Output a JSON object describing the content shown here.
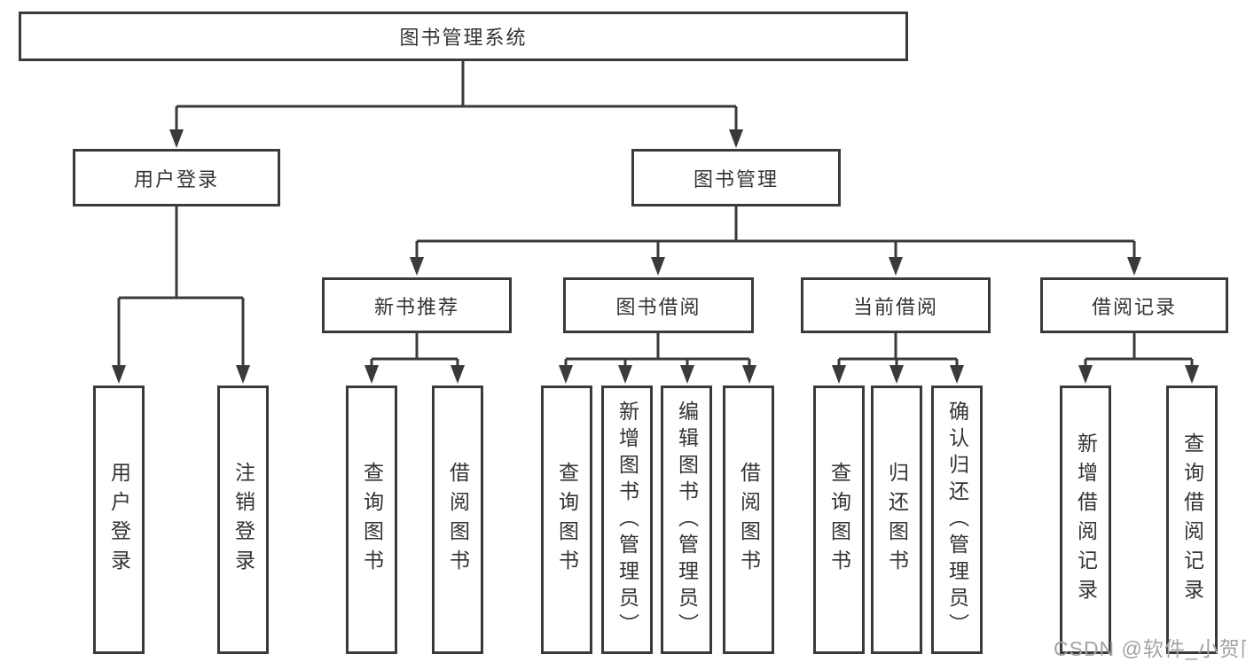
{
  "tree": {
    "root": {
      "label": "图书管理系统"
    },
    "level2": [
      {
        "label": "用户登录"
      },
      {
        "label": "图书管理"
      }
    ],
    "level3": [
      {
        "label": "新书推荐"
      },
      {
        "label": "图书借阅"
      },
      {
        "label": "当前借阅"
      },
      {
        "label": "借阅记录"
      }
    ],
    "leaves": {
      "user_login": [
        "用户登录",
        "注销登录"
      ],
      "new_book": [
        "查询图书",
        "借阅图书"
      ],
      "book_borrow": [
        "查询图书",
        "新增图书（管理员）",
        "编辑图书（管理员）",
        "借阅图书"
      ],
      "current_borrow": [
        "查询图书",
        "归还图书",
        "确认归还（管理员）"
      ],
      "borrow_records": [
        "新增借阅记录",
        "查询借阅记录"
      ]
    }
  },
  "watermark": {
    "text": "CSDN @软件_小贺同学"
  },
  "colors": {
    "line": "#3a3a3a",
    "box_border": "#3a3a3a",
    "text": "#333333",
    "watermark": "#a3a3a3",
    "background": "#ffffff"
  }
}
